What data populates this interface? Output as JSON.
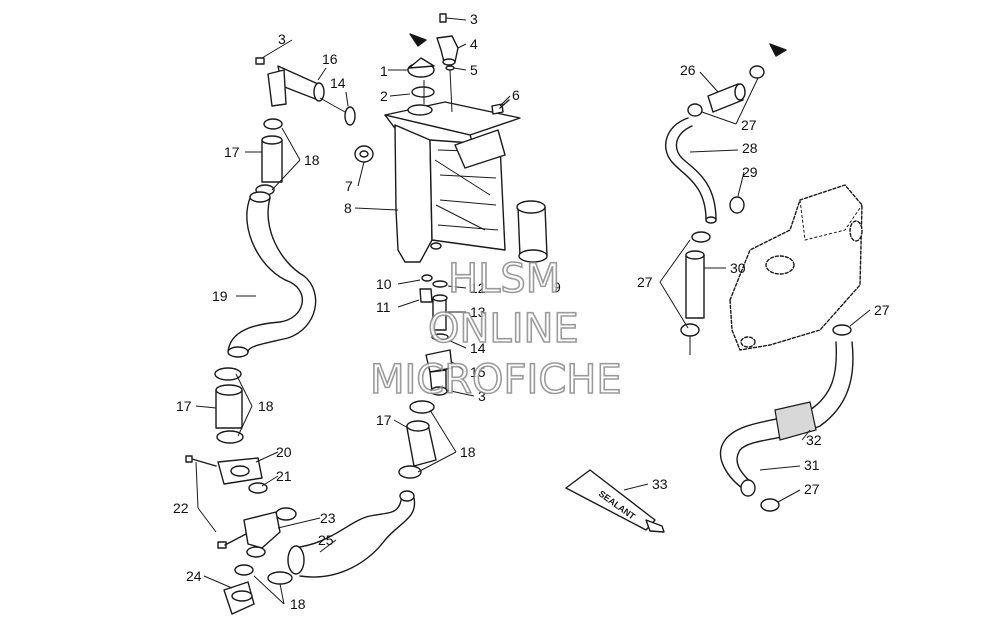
{
  "watermark": {
    "line1": "HLSM",
    "line2": "ONLINE",
    "line3": "MICROFICHE"
  },
  "tube_label": "SEALANT",
  "callouts": {
    "c1": "1",
    "c2": "2",
    "c3a": "3",
    "c3b": "3",
    "c3c": "3",
    "c4": "4",
    "c5": "5",
    "c6": "6",
    "c7": "7",
    "c8": "8",
    "c9": "9",
    "c10": "10",
    "c11": "11",
    "c12": "12",
    "c13": "13",
    "c14a": "14",
    "c14b": "14",
    "c15": "15",
    "c16": "16",
    "c17a": "17",
    "c17b": "17",
    "c17c": "17",
    "c18a": "18",
    "c18b": "18",
    "c18c": "18",
    "c18d": "18",
    "c19": "19",
    "c20": "20",
    "c21": "21",
    "c22": "22",
    "c23": "23",
    "c24": "24",
    "c25": "25",
    "c26": "26",
    "c27a": "27",
    "c27b": "27",
    "c27c": "27",
    "c27d": "27",
    "c28": "28",
    "c29": "29",
    "c30": "30",
    "c31": "31",
    "c32": "32",
    "c33": "33"
  }
}
